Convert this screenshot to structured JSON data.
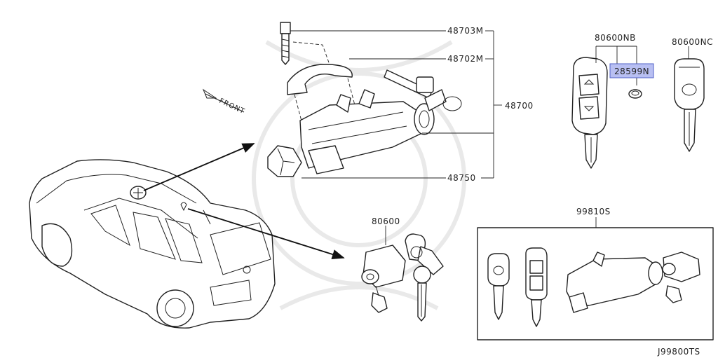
{
  "labels": {
    "p48703m": "48703M",
    "p48702m": "48702M",
    "p48700": "48700",
    "p48750": "48750",
    "p80600nb": "80600NB",
    "p28599n": "28599N",
    "p80600nc": "80600NC",
    "p80600": "80600",
    "p99810s": "99810S",
    "front": "FRONT",
    "diagram_code": "J99800TS"
  },
  "colors": {
    "highlight": "#b8bff2",
    "line": "#222222",
    "watermark": "#e9e9e9"
  }
}
